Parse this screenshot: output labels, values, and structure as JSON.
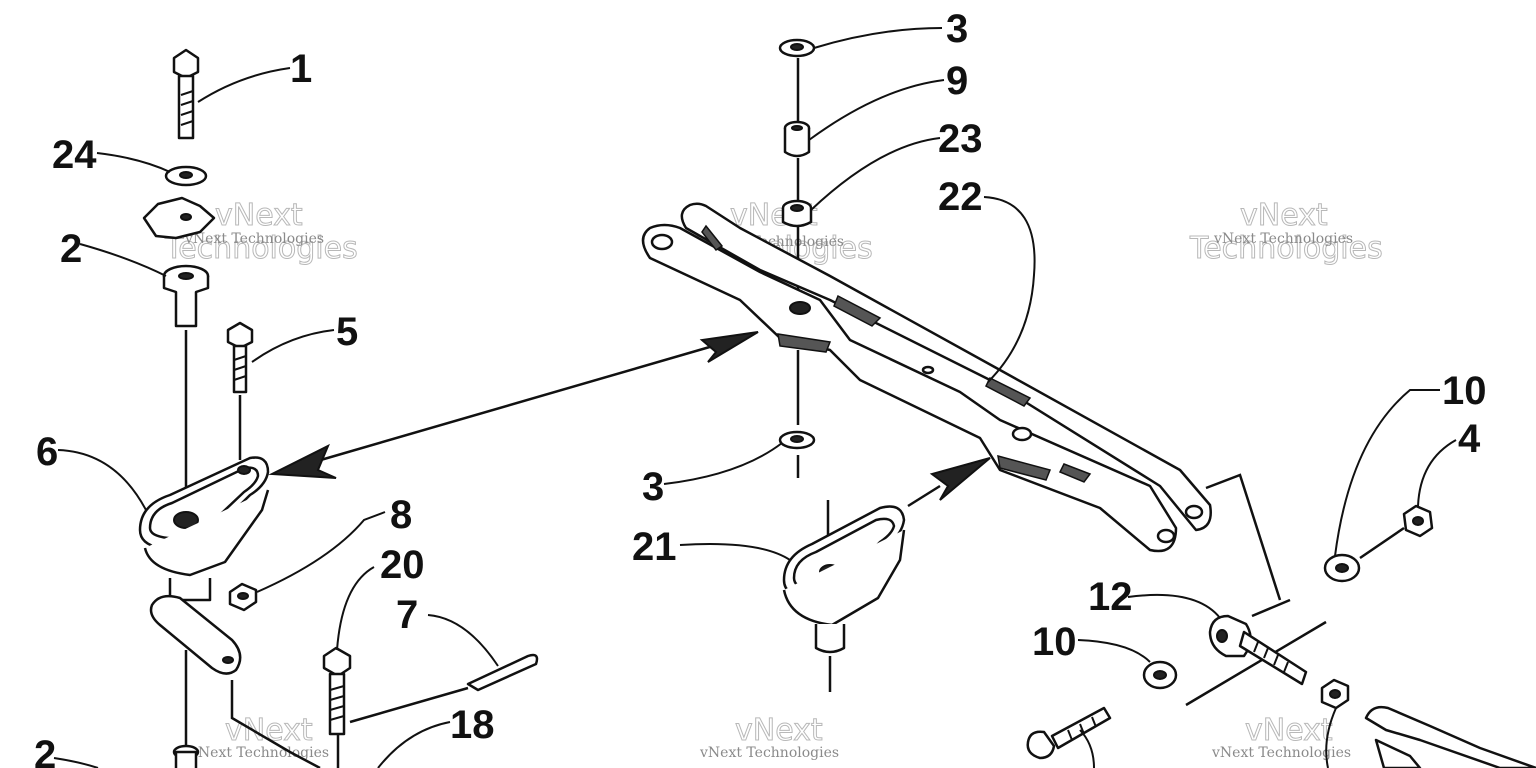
{
  "callouts": {
    "c1": "1",
    "c24": "24",
    "c2a": "2",
    "c5": "5",
    "c6": "6",
    "c8": "8",
    "c20": "20",
    "c7": "7",
    "c18": "18",
    "c2b": "2",
    "c3a": "3",
    "c9": "9",
    "c23": "23",
    "c22": "22",
    "c3b": "3",
    "c21": "21",
    "c10a": "10",
    "c4": "4",
    "c12": "12",
    "c10b": "10"
  },
  "watermarks": {
    "brand": "vNext Technologies",
    "word1": "vNext",
    "word2": "Technologies"
  },
  "colors": {
    "ink": "#111111",
    "background": "#ffffff",
    "watermark": "#8a8a8a"
  }
}
